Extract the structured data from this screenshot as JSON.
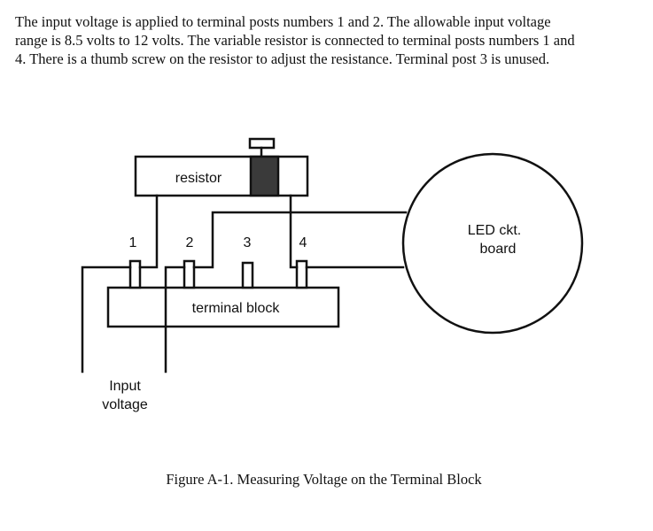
{
  "description_text": {
    "lines": [
      "The input voltage is applied to terminal posts numbers 1 and 2.  The allowable input voltage",
      "range is 8.5 volts to 12 volts.  The variable resistor is connected to terminal posts numbers 1 and",
      "4.  There is a thumb screw on the resistor to adjust the resistance.  Terminal post 3 is unused."
    ]
  },
  "diagram": {
    "resistor_label": "resistor",
    "terminal_block_label": "terminal block",
    "post_labels": [
      "1",
      "2",
      "3",
      "4"
    ],
    "led_board_label": [
      "LED ckt.",
      "board"
    ],
    "input_label": [
      "Input",
      "voltage"
    ]
  },
  "caption": "Figure A-1.  Measuring Voltage on the Terminal Block"
}
